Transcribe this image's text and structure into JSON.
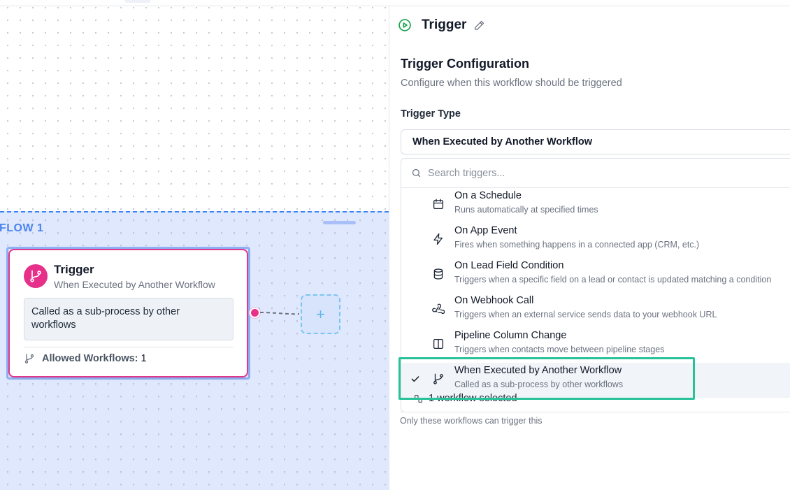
{
  "canvas": {
    "group_label": "FLOW 1",
    "node": {
      "title": "Trigger",
      "subtitle": "When Executed by Another Workflow",
      "description": "Called as a sub-process by other workflows",
      "footer_label": "Allowed Workflows:",
      "footer_count": "1"
    },
    "add_node_symbol": "+"
  },
  "panel": {
    "title": "Trigger",
    "config_title": "Trigger Configuration",
    "config_subtitle": "Configure when this workflow should be triggered",
    "type_label": "Trigger Type",
    "selected_value": "When Executed by Another Workflow",
    "search_placeholder": "Search triggers...",
    "options": [
      {
        "label": "On a Schedule",
        "desc": "Runs automatically at specified times",
        "icon": "calendar-icon"
      },
      {
        "label": "On App Event",
        "desc": "Fires when something happens in a connected app (CRM, etc.)",
        "icon": "bolt-icon"
      },
      {
        "label": "On Lead Field Condition",
        "desc": "Triggers when a specific field on a lead or contact is updated matching a condition",
        "icon": "database-icon"
      },
      {
        "label": "On Webhook Call",
        "desc": "Triggers when an external service sends data to your webhook URL",
        "icon": "webhook-icon"
      },
      {
        "label": "Pipeline Column Change",
        "desc": "Triggers when contacts move between pipeline stages",
        "icon": "columns-icon"
      },
      {
        "label": "When Executed by Another Workflow",
        "desc": "Called as a sub-process by other workflows",
        "icon": "branch-icon",
        "selected": true
      }
    ],
    "behind_text": "1 workflow selected",
    "hint": "Only these workflows can trigger this"
  },
  "colors": {
    "accent_pink": "#e6308a",
    "accent_blue": "#3b82f6",
    "highlight_green": "#27c29a",
    "trigger_green": "#16a34a"
  }
}
